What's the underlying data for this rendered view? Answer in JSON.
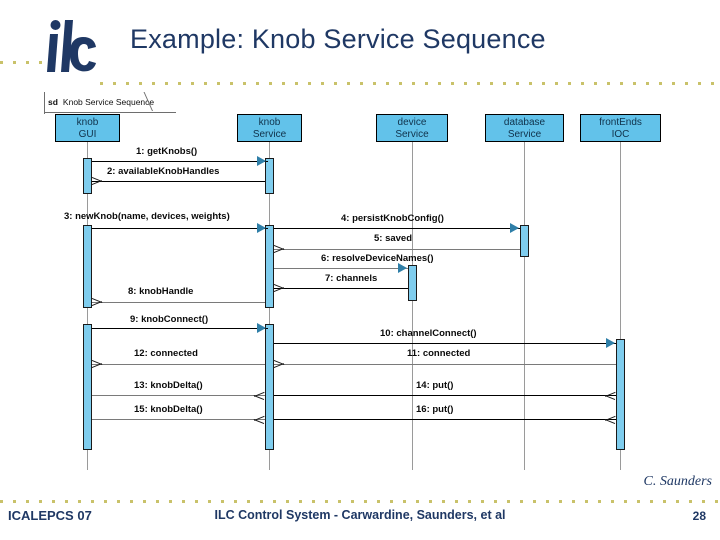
{
  "slide": {
    "title": "Example: Knob Service Sequence",
    "logo_alt": "ilc-logo",
    "accent_color": "#1f3864",
    "dot_color": "#c9c26a",
    "lifeline_fill": "#62c2ea",
    "activation_fill": "#7fcdee"
  },
  "diagram": {
    "frame_kind": "sd",
    "frame_name": "Knob Service Sequence",
    "lifelines": [
      {
        "id": "knobGUI",
        "line1": "knob",
        "line2": "GUI"
      },
      {
        "id": "knobService",
        "line1": "knob",
        "line2": "Service"
      },
      {
        "id": "deviceService",
        "line1": "device",
        "line2": "Service"
      },
      {
        "id": "databaseService",
        "line1": "database",
        "line2": "Service"
      },
      {
        "id": "frontEndsIOC",
        "line1": "frontEnds",
        "line2": "IOC"
      }
    ],
    "messages": [
      {
        "num": "1",
        "label": "1: getKnobs()"
      },
      {
        "num": "2",
        "label": "2: availableKnobHandles"
      },
      {
        "num": "3",
        "label": "3: newKnob(name, devices, weights)"
      },
      {
        "num": "4",
        "label": "4: persistKnobConfig()"
      },
      {
        "num": "5",
        "label": "5: saved"
      },
      {
        "num": "6",
        "label": "6: resolveDeviceNames()"
      },
      {
        "num": "7",
        "label": "7: channels"
      },
      {
        "num": "8",
        "label": "8: knobHandle"
      },
      {
        "num": "9",
        "label": "9: knobConnect()"
      },
      {
        "num": "10",
        "label": "10: channelConnect()"
      },
      {
        "num": "11",
        "label": "11: connected"
      },
      {
        "num": "12",
        "label": "12: connected"
      },
      {
        "num": "13",
        "label": "13: knobDelta()"
      },
      {
        "num": "14",
        "label": "14: put()"
      },
      {
        "num": "15",
        "label": "15: knobDelta()"
      },
      {
        "num": "16",
        "label": "16: put()"
      }
    ]
  },
  "footer": {
    "author": "C. Saunders",
    "conference": "ICALEPCS 07",
    "center": "ILC Control System - Carwardine, Saunders, et al",
    "page": "28"
  }
}
